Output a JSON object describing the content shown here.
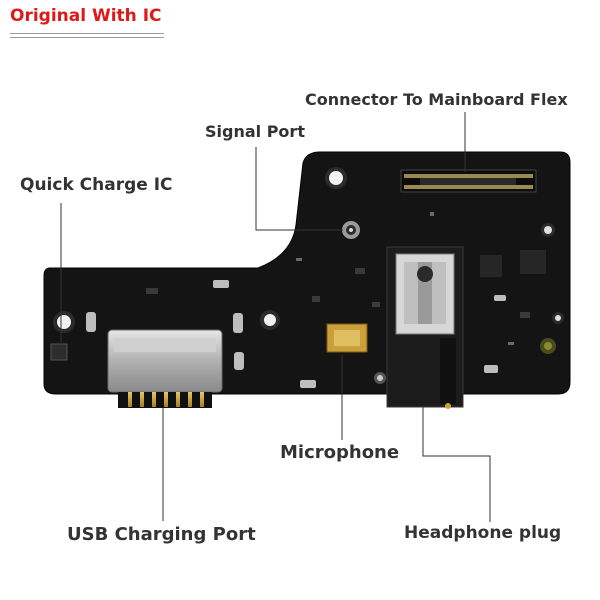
{
  "header": {
    "title": "Original With IC"
  },
  "labels": {
    "connector": "Connector To Mainboard Flex",
    "signal_port": "Signal Port",
    "quick_charge": "Quick Charge IC",
    "microphone": "Microphone",
    "usb_port": "USB Charging Port",
    "headphone": "Headphone plug"
  },
  "colors": {
    "title_red": "#e01818",
    "pcb": "#141414",
    "label_text": "#333333",
    "metal": "#b8b8b8",
    "gold": "#c9a03a"
  }
}
